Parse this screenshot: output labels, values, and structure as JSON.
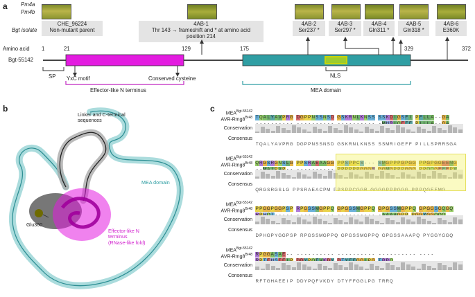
{
  "panel_a": {
    "label": "a",
    "pm4a": "Pm4a",
    "pm4b": "Pm4b",
    "bgt_isolate": "Bgt isolate",
    "amino_acid": "Amino acid",
    "protein": "Bgt-55142",
    "isolates": [
      {
        "line1": "CHE_96224",
        "line2": "Non-mutant parent",
        "line3": ""
      },
      {
        "line1": "4AB-1",
        "line2": "Thr 143 → frameshift and * at amino acid",
        "line3": "position 214"
      },
      {
        "line1": "4AB-2",
        "line2": "Ser237 *",
        "line3": ""
      },
      {
        "line1": "4AB-3",
        "line2": "Ser297 *",
        "line3": ""
      },
      {
        "line1": "4AB-4",
        "line2": "Gln311 *",
        "line3": ""
      },
      {
        "line1": "4AB-5",
        "line2": "Gln318 *",
        "line3": ""
      },
      {
        "line1": "4AB-6",
        "line2": "E360K",
        "line3": ""
      }
    ],
    "positions": [
      "1",
      "21",
      "129",
      "175",
      "329",
      "372"
    ],
    "domains": {
      "sp": "SP",
      "yxc": "YxC motif",
      "cys": "Conserved cysteine",
      "nls": "NLS",
      "effector": "Effector-like N terminus",
      "mea": "MEA domain"
    },
    "colors": {
      "effector": "#e31ce0",
      "mea": "#2f9ea3",
      "nls": "#9ccc2e"
    }
  },
  "panel_b": {
    "label": "b",
    "linker": "Linker and C-terminal",
    "linker2": "sequences",
    "mea": "MEA domain",
    "glu": "Glu360",
    "eff1": "Effector-like N",
    "eff2": "terminus",
    "eff3": "(RNase-like fold)"
  },
  "panel_c": {
    "label": "c",
    "row_mea": "MEA",
    "sup_mea": "Bgt-55142",
    "row_avr": "AVR-Rmg8",
    "sup_avr": "Br48",
    "conservation": "Conservation",
    "consensus": "Consensus",
    "blocks": [
      {
        "mea": "TQALYAVPRG DGPPNSSNSD GSKRNLKNSS SSKDIGSFI PFLLA--GA",
        "avr": "---------- ---------- ---------- -MHRIQEFF PILLA--GA",
        "cons": "TQALYAVPRG DGPPNSSNSD GSKRNLKNSS SSMRIGEFF PILLSPRRSGA"
      },
      {
        "mea": "QRGSRGNSLG PPSRAEAAGG PPSPPCS--- SMGPPPGPGG PPGPGGEEMG",
        "avr": "--MAIPAP-- ---------- PPPPPPGGGR GGMGPPPGGG PPQQGEFEPV",
        "cons": "QRGSRGSLG PPSRAEACPM PPSPPCGGR GGGGPPPGGG PPPQGEEMG"
      },
      {
        "mea": "PPGGPGGPSP RPGSSMGPPQ GPGSSMGPPQ GPGSSMGPPQ GPGGSGQGQ",
        "avr": "RPHQT----- ---------- ---------- -AAAAGPP PGGYGGQQQ",
        "cons": "DPHGPYGGPSP RPGSSMGPPQ GPGSSMGPPQ GPGSSAAAPQ PYGGYGGQ"
      },
      {
        "mea": "RPGGASAE-- ---------- ---------- ---------- ----",
        "avr": "RPTEHSEEIP DDYPQFVKDY DTYFFGGLPG TRRQ",
        "cons": "RFTGHAEEIP DDYPQFVKDY DTYFFGGLPG TRRQ"
      }
    ]
  }
}
